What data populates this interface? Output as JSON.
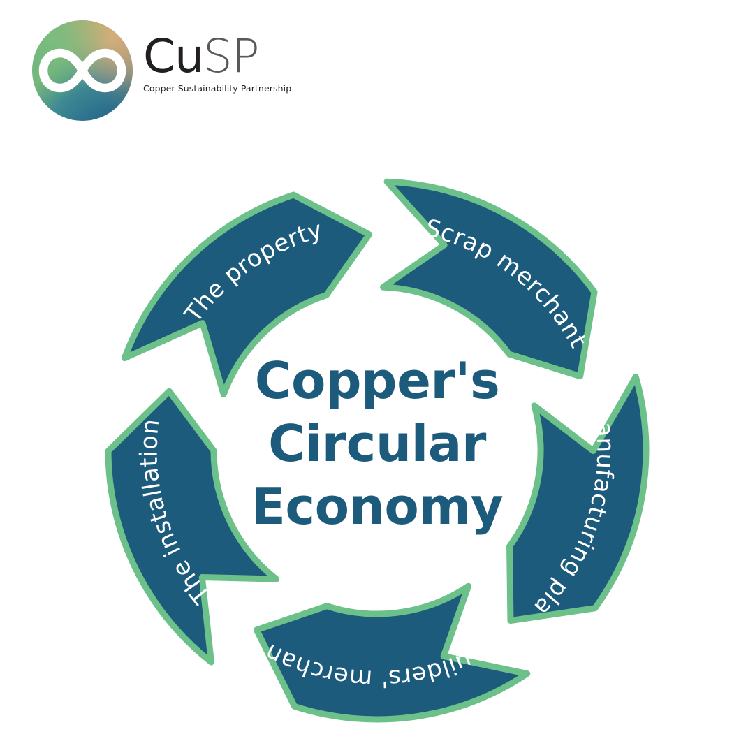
{
  "brand": {
    "logo_icon": "infinity-circle-logo",
    "wordmark_primary": "Cu",
    "wordmark_secondary": "SP",
    "tagline": "Copper Sustainability Partnership",
    "gradient_colors": [
      "#6ab07a",
      "#8fbf6e",
      "#c9a271",
      "#2e6f8e",
      "#1f5f86"
    ]
  },
  "wheel": {
    "center_title_lines": [
      "Copper's",
      "Circular",
      "Economy"
    ],
    "center_title_color": "#1d5b7c",
    "segment_fill": "#1d5b7c",
    "segment_stroke": "#6cc08a",
    "background": "#ffffff",
    "segments": [
      {
        "id": "scrap-merchant",
        "label": "Scrap merchant",
        "order": 1
      },
      {
        "id": "manufacturing-plant",
        "label": "Manufacturing plant",
        "order": 2
      },
      {
        "id": "builders-merchant",
        "label": "Builders' merchant",
        "order": 3
      },
      {
        "id": "the-installation",
        "label": "The installation",
        "order": 4
      },
      {
        "id": "the-property",
        "label": "The property",
        "order": 5
      }
    ]
  }
}
